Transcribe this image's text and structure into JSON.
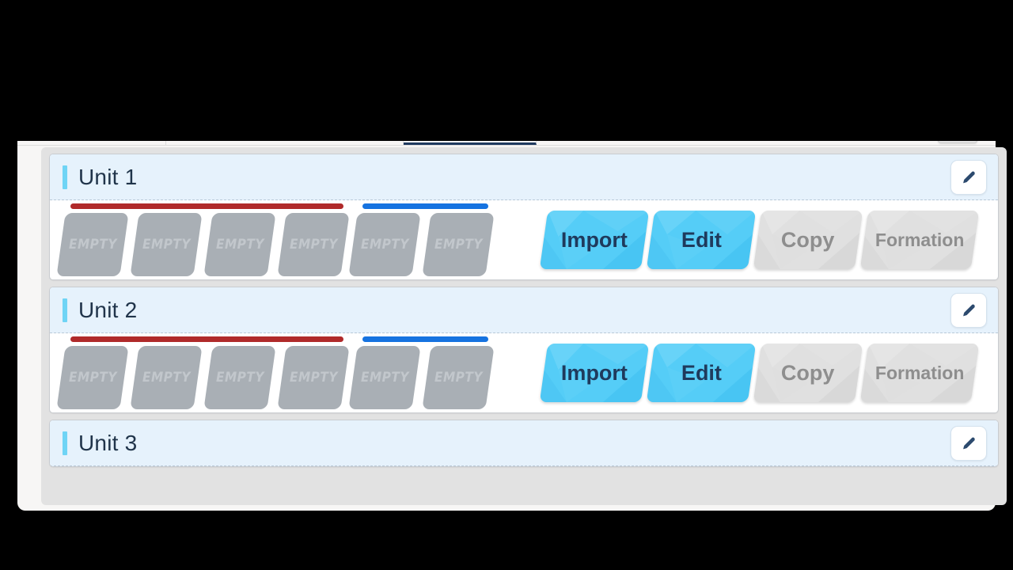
{
  "toolbar": {
    "tab_stub_count": 4,
    "active_tab_index": 3,
    "active_tab_underline_color": "#1f3a5f",
    "button_stub_color": "#e4e4e4"
  },
  "colors": {
    "header_background": "#e6f2fc",
    "accent_bar": "#6fd4f5",
    "title_text": "#20344a",
    "panel_background": "#e2e2e2",
    "page_surface": "#f7f6f5",
    "slot_fill": "#a9afb5",
    "slot_text": "#c2c7cc",
    "group_bar_red": "#b02a2a",
    "group_bar_blue": "#1673e0",
    "button_primary": "#55cdf7",
    "button_primary_text": "#1f3a5c",
    "button_secondary": "#e0e0e0",
    "button_secondary_text": "#8e8e8e",
    "pencil_icon": "#2c4a6e"
  },
  "slot_label": "EMPTY",
  "actions": [
    {
      "id": "import",
      "label": "Import",
      "state": "enabled"
    },
    {
      "id": "edit",
      "label": "Edit",
      "state": "enabled"
    },
    {
      "id": "copy",
      "label": "Copy",
      "state": "disabled"
    },
    {
      "id": "formation",
      "label": "Formation",
      "state": "disabled"
    }
  ],
  "units": [
    {
      "title": "Unit 1",
      "edit_icon": "pencil-icon",
      "slot_groups": [
        {
          "bar_color": "red",
          "slots": [
            "EMPTY",
            "EMPTY",
            "EMPTY",
            "EMPTY"
          ]
        },
        {
          "bar_color": "blue",
          "slots": [
            "EMPTY",
            "EMPTY"
          ]
        }
      ],
      "visible": "full"
    },
    {
      "title": "Unit 2",
      "edit_icon": "pencil-icon",
      "slot_groups": [
        {
          "bar_color": "red",
          "slots": [
            "EMPTY",
            "EMPTY",
            "EMPTY",
            "EMPTY"
          ]
        },
        {
          "bar_color": "blue",
          "slots": [
            "EMPTY",
            "EMPTY"
          ]
        }
      ],
      "visible": "full"
    },
    {
      "title": "Unit 3",
      "edit_icon": "pencil-icon",
      "slot_groups": [],
      "visible": "header-only-clipped"
    }
  ]
}
